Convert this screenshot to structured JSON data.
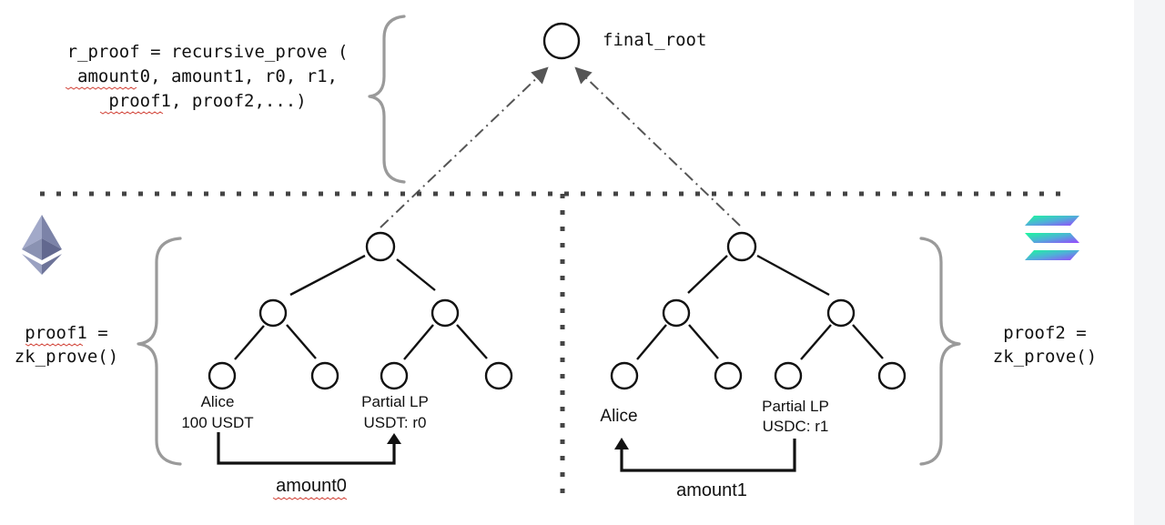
{
  "top_formula": {
    "line1": "r_proof = recursive_prove (",
    "line2": "amount0, amount1, r0, r1,",
    "line3": "proof1, proof2,...)"
  },
  "final_root_label": "final_root",
  "left_proof": {
    "line1": "proof1 =",
    "line2": "zk_prove()"
  },
  "right_proof": {
    "line1": "proof2 =",
    "line2": "zk_prove()"
  },
  "left_tree": {
    "leaf_alice": {
      "line1": "Alice",
      "line2": "100 USDT"
    },
    "leaf_lp": {
      "line1": "Partial LP",
      "line2": "USDT: r0"
    },
    "transfer_label": "amount0"
  },
  "right_tree": {
    "leaf_alice": {
      "line1": "Alice"
    },
    "leaf_lp": {
      "line1": "Partial LP",
      "line2": "USDC: r1"
    },
    "transfer_label": "amount1"
  },
  "logos": {
    "left": "ethereum-logo",
    "right": "solana-logo"
  },
  "colors": {
    "ethereum_light": "#8a92b2",
    "ethereum_dark": "#62688f",
    "solana_start": "#19fb9b",
    "solana_end": "#9945ff",
    "brace_gray": "#9a9a9a",
    "spellcheck_red": "#d2453a"
  }
}
